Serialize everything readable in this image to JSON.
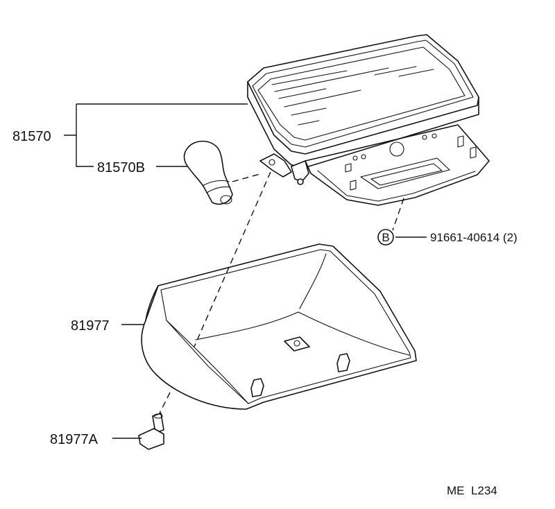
{
  "parts": {
    "lamp_assembly": "81570",
    "bulb": "81570B",
    "bolt": "91661-40614 (2)",
    "bolt_marker": "B",
    "cover": "81977",
    "clip": "81977A"
  },
  "code": "ME  L234",
  "colors": {
    "line": "#111111",
    "background": "#ffffff"
  }
}
